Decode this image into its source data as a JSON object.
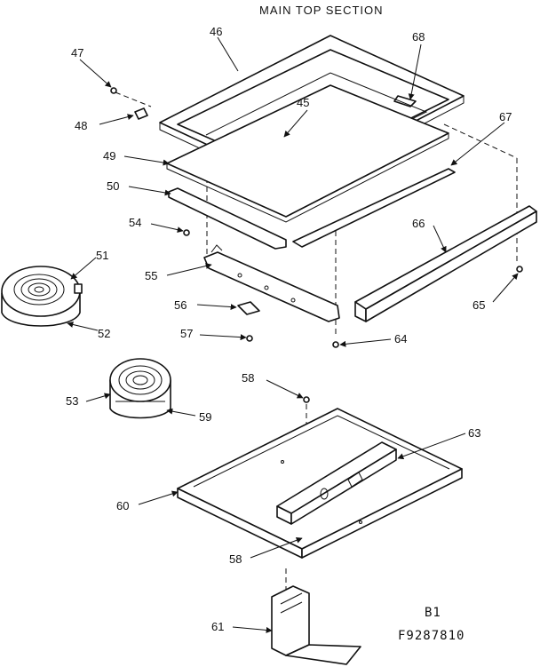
{
  "title": "MAIN TOP  SECTION",
  "model_line1": "B1",
  "model_line2": "F9287810",
  "labels": {
    "p45": "45",
    "p46": "46",
    "p47": "47",
    "p48": "48",
    "p49": "49",
    "p50": "50",
    "p51": "51",
    "p52": "52",
    "p53": "53",
    "p54": "54",
    "p55": "55",
    "p56": "56",
    "p57": "57",
    "p58a": "58",
    "p58b": "58",
    "p59": "59",
    "p60": "60",
    "p61": "61",
    "p63": "63",
    "p64": "64",
    "p65": "65",
    "p66": "66",
    "p67": "67",
    "p68": "68"
  }
}
